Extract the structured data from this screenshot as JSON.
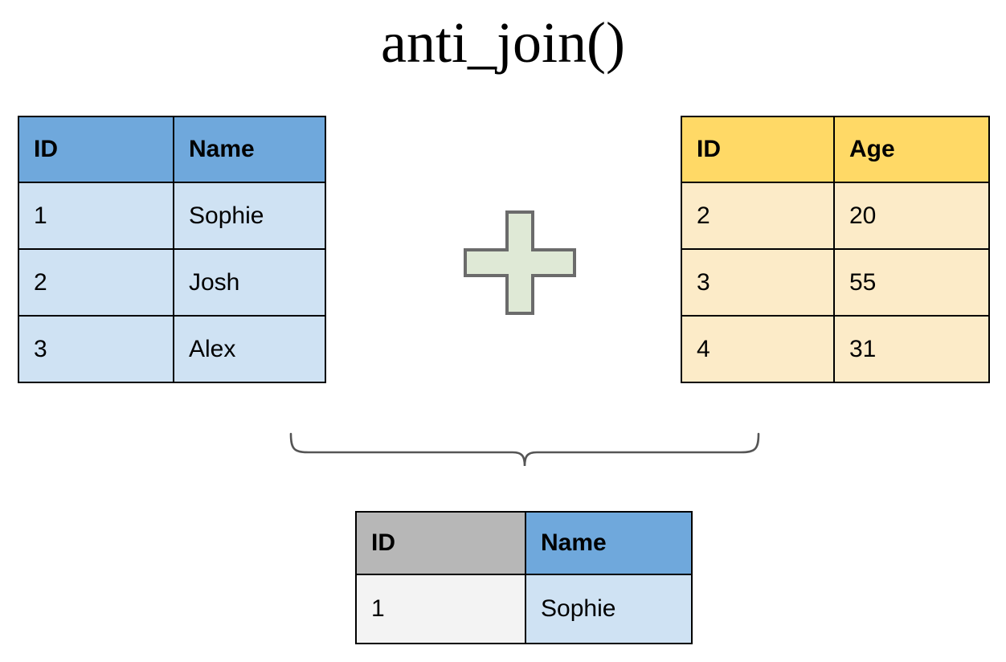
{
  "title": "anti_join()",
  "colors": {
    "blue_header": "#6fa8dc",
    "blue_cell": "#cfe2f3",
    "yellow_header": "#ffd966",
    "yellow_cell": "#fcebc8",
    "gray_header": "#b7b7b7",
    "white_cell": "#f3f3f3",
    "plus_fill": "#dfe9d6",
    "plus_stroke": "#6b6b6b",
    "brace_stroke": "#555555",
    "border": "#000000"
  },
  "left_table": {
    "name": "left-input-table",
    "headers": [
      "ID",
      "Name"
    ],
    "rows": [
      [
        "1",
        "Sophie"
      ],
      [
        "2",
        "Josh"
      ],
      [
        "3",
        "Alex"
      ]
    ]
  },
  "right_table": {
    "name": "right-input-table",
    "headers": [
      "ID",
      "Age"
    ],
    "rows": [
      [
        "2",
        "20"
      ],
      [
        "3",
        "55"
      ],
      [
        "4",
        "31"
      ]
    ]
  },
  "result_table": {
    "name": "result-table",
    "headers": [
      "ID",
      "Name"
    ],
    "rows": [
      [
        "1",
        "Sophie"
      ]
    ]
  },
  "operator": {
    "symbol": "+",
    "icon": "plus-icon"
  },
  "connector": {
    "icon": "curly-brace-down-icon"
  }
}
